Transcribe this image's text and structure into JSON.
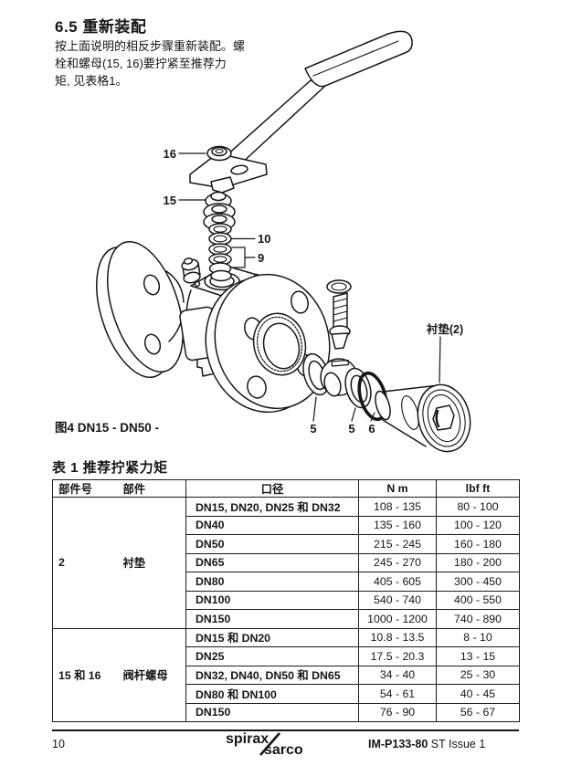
{
  "section": {
    "title": "6.5  重新装配",
    "lines": [
      "按上面说明的相反步骤重新装配。螺",
      "栓和螺母(15, 16)要拧紧至推荐力",
      "矩, 见表格1。"
    ]
  },
  "figure": {
    "caption": "图4  DN15 - DN50 -",
    "part_labels": {
      "n16": "16",
      "n15": "15",
      "n10": "10",
      "n9": "9",
      "n5a": "5",
      "n5b": "5",
      "n6": "6",
      "gasket": "衬垫(2)"
    }
  },
  "table": {
    "title": "表 1  推荐拧紧力矩",
    "headers": {
      "part_no": "部件号",
      "part": "部件",
      "size": "口径",
      "nm": "N m",
      "lbf": "lbf ft"
    },
    "groups": [
      {
        "part_no": "2",
        "part": "衬垫",
        "rows": [
          {
            "size": "DN15, DN20, DN25 和 DN32",
            "nm": "108 - 135",
            "lbf": "80 - 100"
          },
          {
            "size": "DN40",
            "nm": "135 - 160",
            "lbf": "100 - 120"
          },
          {
            "size": "DN50",
            "nm": "215 - 245",
            "lbf": "160 - 180"
          },
          {
            "size": "DN65",
            "nm": "245 - 270",
            "lbf": "180 - 200"
          },
          {
            "size": "DN80",
            "nm": "405 - 605",
            "lbf": "300 - 450"
          },
          {
            "size": "DN100",
            "nm": "540 - 740",
            "lbf": "400 - 550"
          },
          {
            "size": "DN150",
            "nm": "1000 - 1200",
            "lbf": "740 - 890"
          }
        ]
      },
      {
        "part_no": "15 和 16",
        "part": "阀杆螺母",
        "rows": [
          {
            "size": "DN15 和 DN20",
            "nm": "10.8 - 13.5",
            "lbf": "8 - 10"
          },
          {
            "size": "DN25",
            "nm": "17.5 - 20.3",
            "lbf": "13 - 15"
          },
          {
            "size": "DN32, DN40, DN50 和 DN65",
            "nm": "34 - 40",
            "lbf": "25 - 30"
          },
          {
            "size": "DN80 和 DN100",
            "nm": "54 - 61",
            "lbf": "40 - 45"
          },
          {
            "size": "DN150",
            "nm": "76 - 90",
            "lbf": "56 - 67"
          }
        ]
      }
    ]
  },
  "footer": {
    "page_number": "10",
    "logo_primary": "spirax",
    "logo_secondary": "sarco",
    "doc_code": "IM-P133-80",
    "doc_issue": " ST Issue 1"
  }
}
